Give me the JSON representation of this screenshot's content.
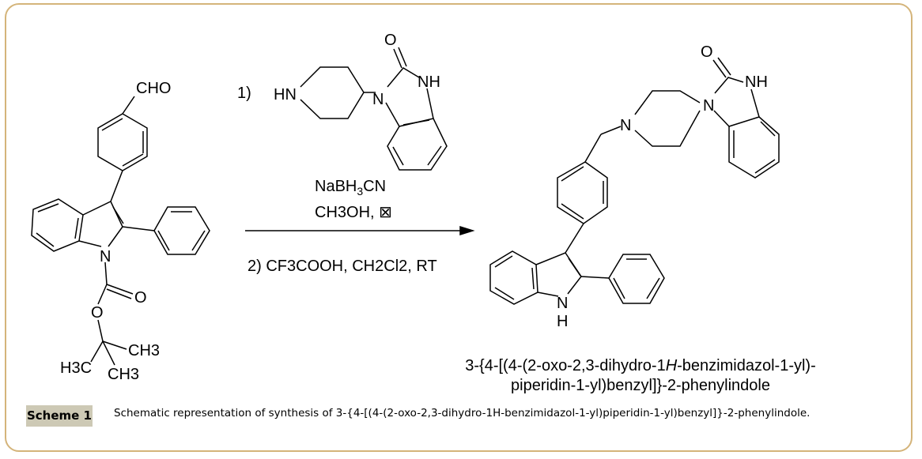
{
  "reactant": {
    "cho": "CHO",
    "n": "N",
    "o_carbonyl": "O",
    "o_ester": "O",
    "ch3_a": "CH3",
    "h3c": "H3C",
    "ch3_b": "CH3"
  },
  "reagent": {
    "step1": "1)",
    "hn": "HN",
    "n": "N",
    "nh": "NH",
    "o": "O"
  },
  "conditions": {
    "line1": "NaBH3CN",
    "line2": "CH3OH, ⊠",
    "line3": "2) CF3COOH, CH2Cl2, RT"
  },
  "product": {
    "o": "O",
    "nh": "NH",
    "n1": "N",
    "n2": "N",
    "indole_n": "N",
    "indole_h": "H",
    "name_line1_a": "3-{4-[(4-(2-oxo-2,3-dihydro-1",
    "name_line1_italic": "H",
    "name_line1_b": "-benzimidazol-1-yl)-",
    "name_line2": "piperidin-1-yl)benzyl]}-2-phenylindole"
  },
  "caption": {
    "label": "Scheme 1",
    "text": "Schematic representation of synthesis of 3-{4-[(4-(2-oxo-2,3-dihydro-1H-benzimidazol-1-yl)piperidin-1-yl)benzyl]}-2-phenylindole."
  }
}
